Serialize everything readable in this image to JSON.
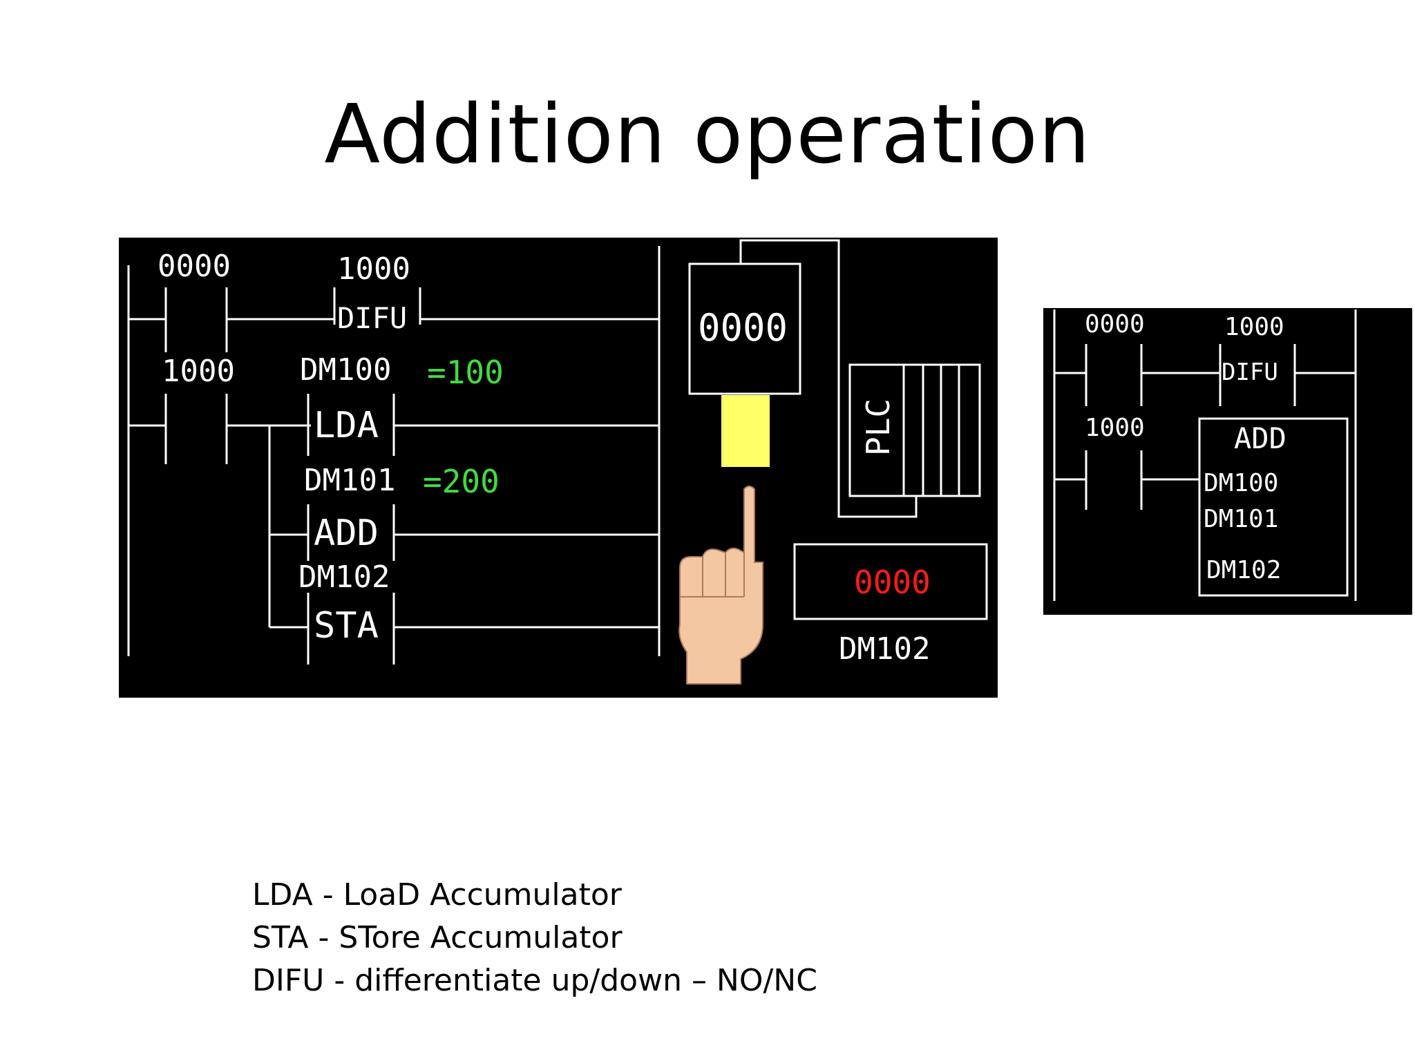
{
  "slide": {
    "title": "Addition operation"
  },
  "main_diagram": {
    "contact_top_label": "0000",
    "difu_address": "1000",
    "difu_label": "DIFU",
    "contact_bottom_label": "1000",
    "lda_operand": "DM100",
    "lda_value": "=100",
    "lda_label": "LDA",
    "add_operand": "DM101",
    "add_value": "=200",
    "add_label": "ADD",
    "sta_operand": "DM102",
    "sta_label": "STA",
    "input_display": "0000",
    "plc_label": "PLC",
    "output_display": "0000",
    "output_caption": "DM102"
  },
  "side_diagram": {
    "contact_top_label": "0000",
    "difu_address": "1000",
    "difu_label": "DIFU",
    "contact_bottom_label": "1000",
    "block_title": "ADD",
    "operand_1": "DM100",
    "operand_2": "DM101",
    "operand_3": "DM102"
  },
  "legend": {
    "items": [
      "LDA - LoaD Accumulator",
      "STA - STore Accumulator",
      "DIFU - differentiate up/down – NO/NC"
    ]
  },
  "colors": {
    "panel_bg": "#000000",
    "line": "#ffffff",
    "value_green": "#3fdc3f",
    "display_red": "#ff1a1a",
    "button_yellow": "#ffff66"
  }
}
